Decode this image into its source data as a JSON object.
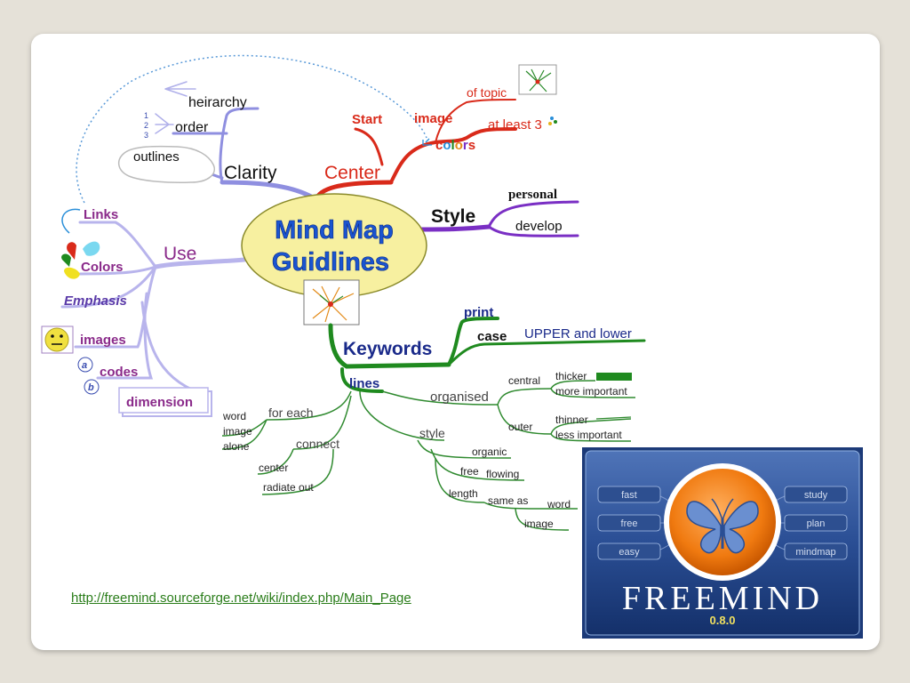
{
  "center": {
    "line1": "Mind Map",
    "line2": "Guidlines"
  },
  "branches": {
    "clarity": {
      "label": "Clarity",
      "items": [
        "heirarchy",
        "order",
        "outlines"
      ],
      "order_numbers": [
        "1",
        "2",
        "3"
      ]
    },
    "center_branch": {
      "label": "Center",
      "start": "Start",
      "image": "image",
      "of_topic": "of topic",
      "colors": "colors",
      "at_least_3": "at least 3"
    },
    "style": {
      "label": "Style",
      "items": [
        "personal",
        "develop"
      ]
    },
    "use": {
      "label": "Use",
      "items": [
        "Links",
        "Colors",
        "Emphasis",
        "images",
        "codes",
        "dimension"
      ],
      "code_letters": [
        "a",
        "b"
      ]
    },
    "keywords": {
      "label": "Keywords",
      "print": "print",
      "case": "case",
      "case_detail": "UPPER and lower",
      "lines": "lines",
      "organised": "organised",
      "central": "central",
      "thicker": "thicker",
      "more_important": "more important",
      "outer": "outer",
      "thinner": "thinner",
      "less_important": "less important",
      "for_each": "for each",
      "word": "word",
      "image": "image",
      "alone": "alone",
      "connect": "connect",
      "center": "center",
      "radiate_out": "radiate out",
      "style": "style",
      "organic": "organic",
      "free": "free",
      "flowing": "flowing",
      "length": "length",
      "same_as": "same as",
      "word2": "word",
      "image2": "image"
    }
  },
  "link": {
    "text": "http://freemind.sourceforge.net/wiki/index.php/Main_Page"
  },
  "logo": {
    "left_buttons": [
      "fast",
      "free",
      "easy"
    ],
    "right_buttons": [
      "study",
      "plan",
      "mindmap"
    ],
    "brand": "FREEMIND",
    "version": "0.8.0"
  },
  "colors": {
    "clarity": "#8f8fe0",
    "center": "#d92a1a",
    "style": "#7a2fc4",
    "use": "#b8b4ec",
    "keywords": "#1f8a1f",
    "lines": "#2f8a2f",
    "bubble": "#f7f0a0"
  }
}
